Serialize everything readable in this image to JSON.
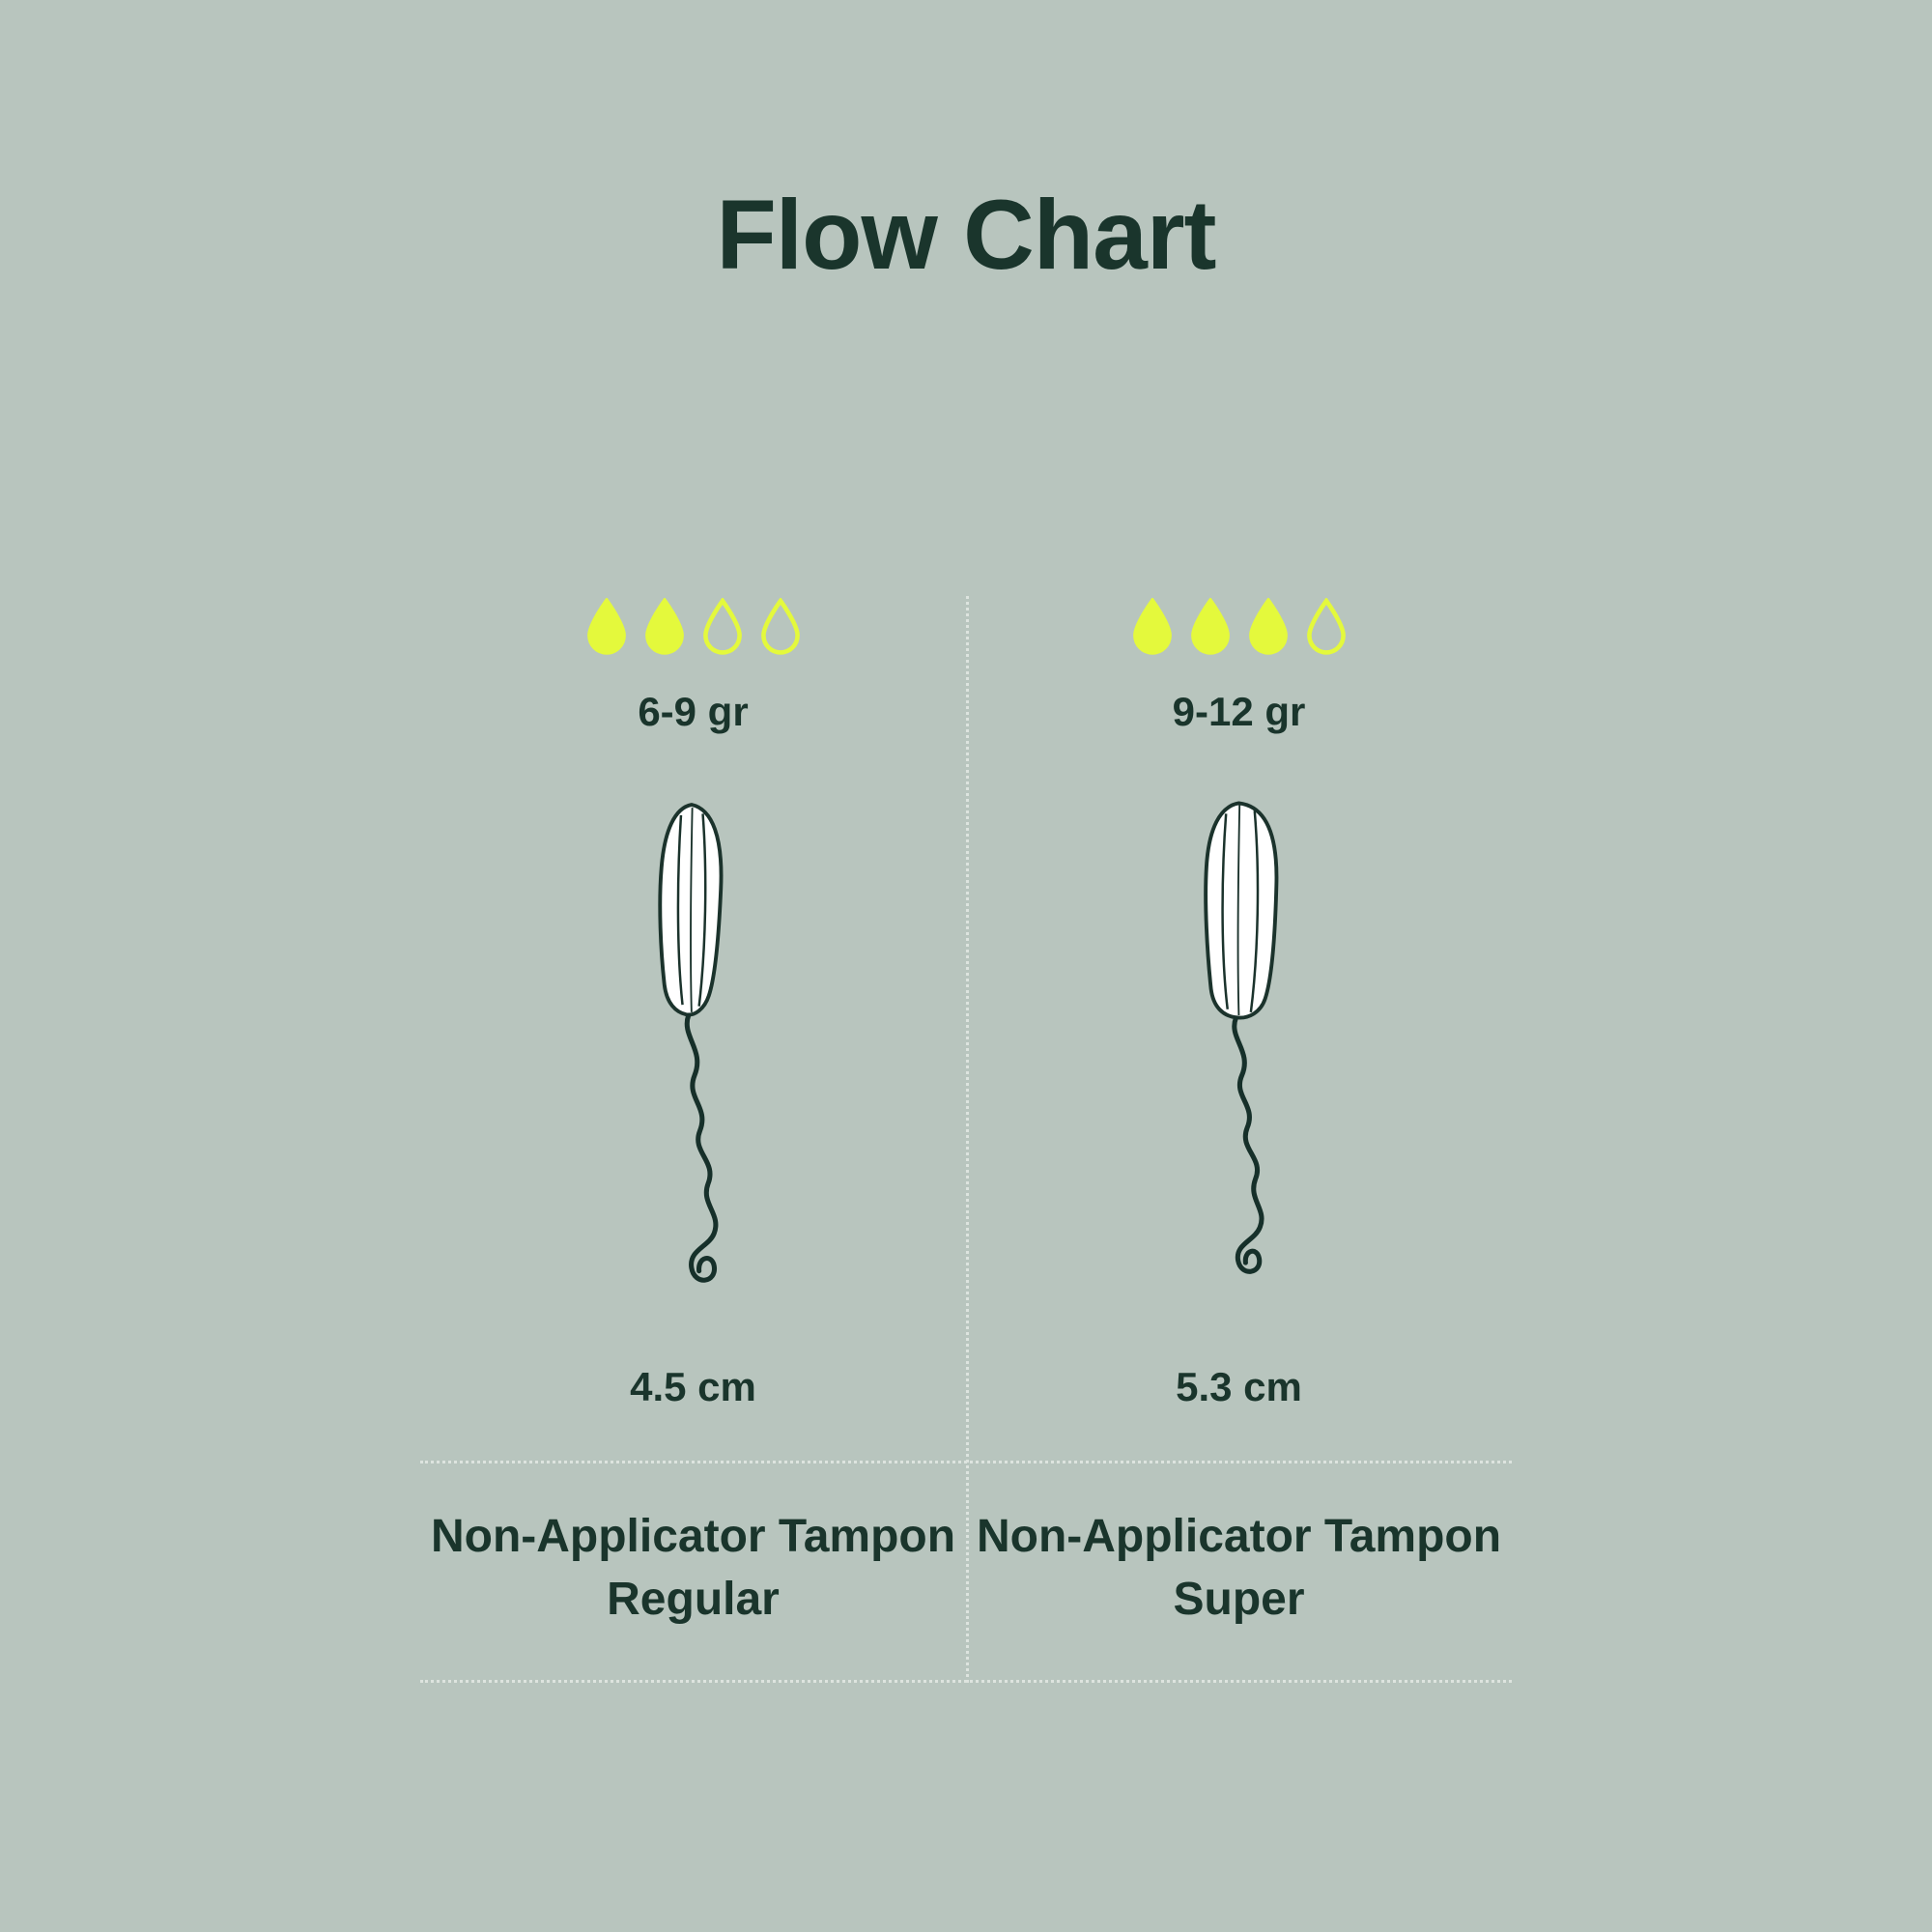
{
  "title": "Flow Chart",
  "colors": {
    "background": "#b8c5be",
    "text_dark": "#1a352c",
    "drop_fill": "#e4f93c",
    "line": "#dde4df",
    "ink": "#1b332c"
  },
  "icons": {
    "rating": "drop-icon",
    "illustration": "tampon-illustration"
  },
  "columns": [
    {
      "drops_filled": 2,
      "drops_total": 4,
      "absorbency": "6-9 gr",
      "length": "4.5 cm",
      "name_line1": "Non-Applicator Tampon",
      "name_line2": "Regular"
    },
    {
      "drops_filled": 3,
      "drops_total": 4,
      "absorbency": "9-12 gr",
      "length": "5.3 cm",
      "name_line1": "Non-Applicator Tampon",
      "name_line2": "Super"
    }
  ]
}
